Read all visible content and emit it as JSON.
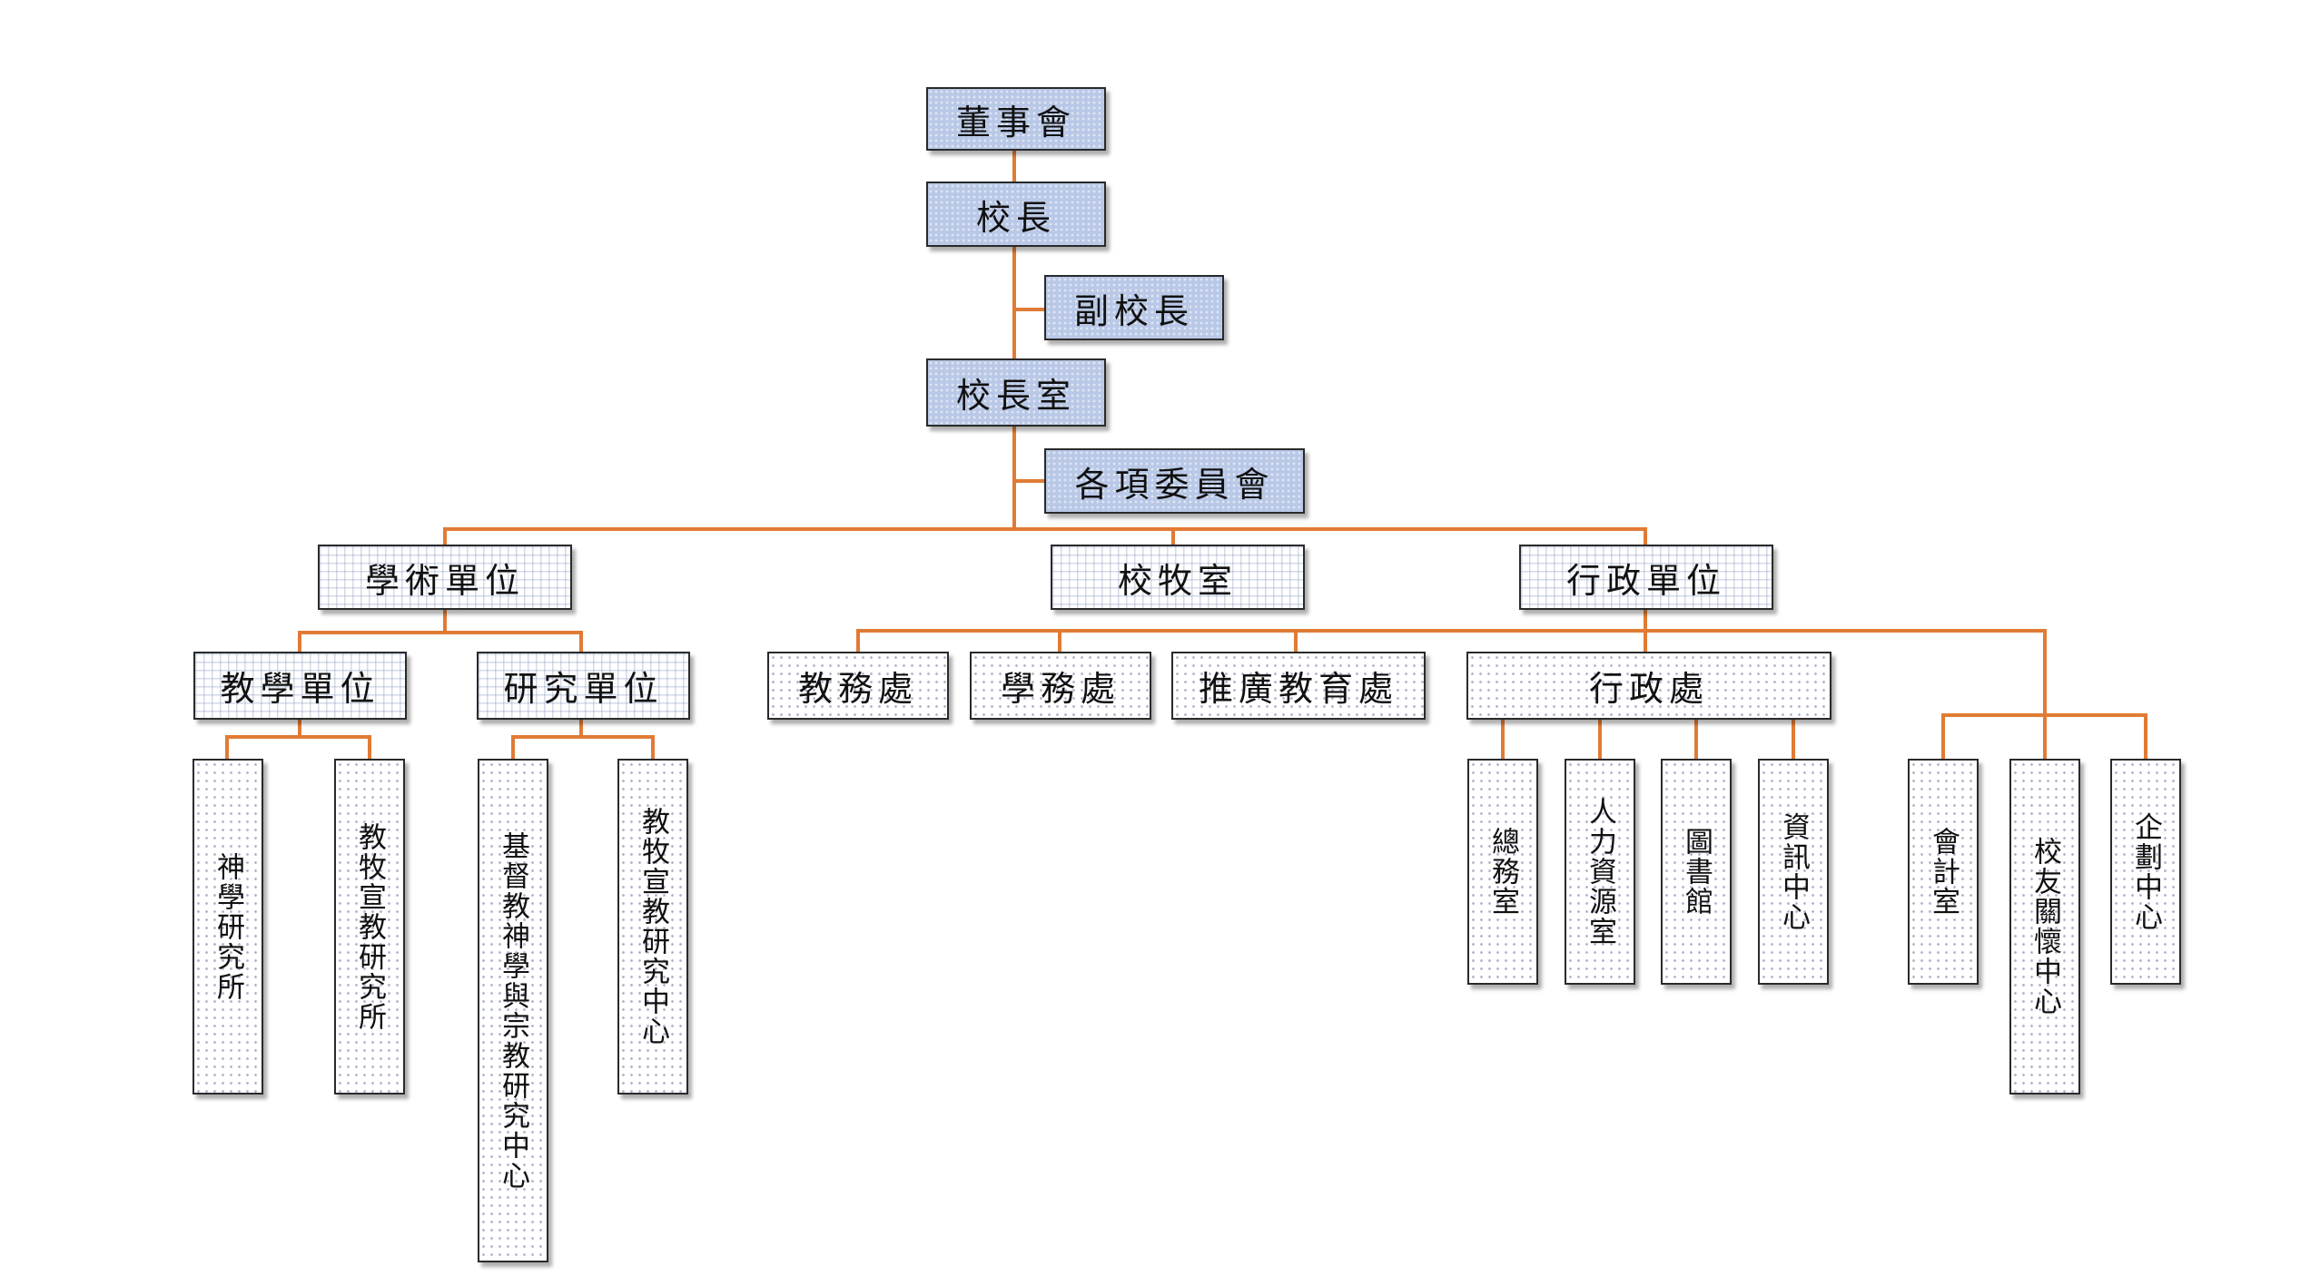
{
  "chart": {
    "board": "董事會",
    "president": "校長",
    "vice_president": "副校長",
    "presidents_office": "校長室",
    "committees": "各項委員會",
    "academic": "學術單位",
    "chaplaincy": "校牧室",
    "administrative": "行政單位",
    "teaching_units": "教學單位",
    "research_units": "研究單位",
    "academic_affairs": "教務處",
    "student_affairs": "學務處",
    "extension_education": "推廣教育處",
    "administration_office": "行政處",
    "grad_theology": "神學研究所",
    "grad_pastoral_missions": "教牧宣教研究所",
    "center_christian_theology": "基督教神學與宗教研究中心",
    "center_pastoral_missions": "教牧宣教研究中心",
    "general_affairs": "總務室",
    "human_resources": "人力資源室",
    "library": "圖書館",
    "it_center": "資訊中心",
    "accounting": "會計室",
    "alumni_center": "校友關懷中心",
    "planning_center": "企劃中心"
  },
  "colors": {
    "connector": "#e07b35",
    "top_fill": "#b9c8e6",
    "border": "#2a2a2a"
  }
}
